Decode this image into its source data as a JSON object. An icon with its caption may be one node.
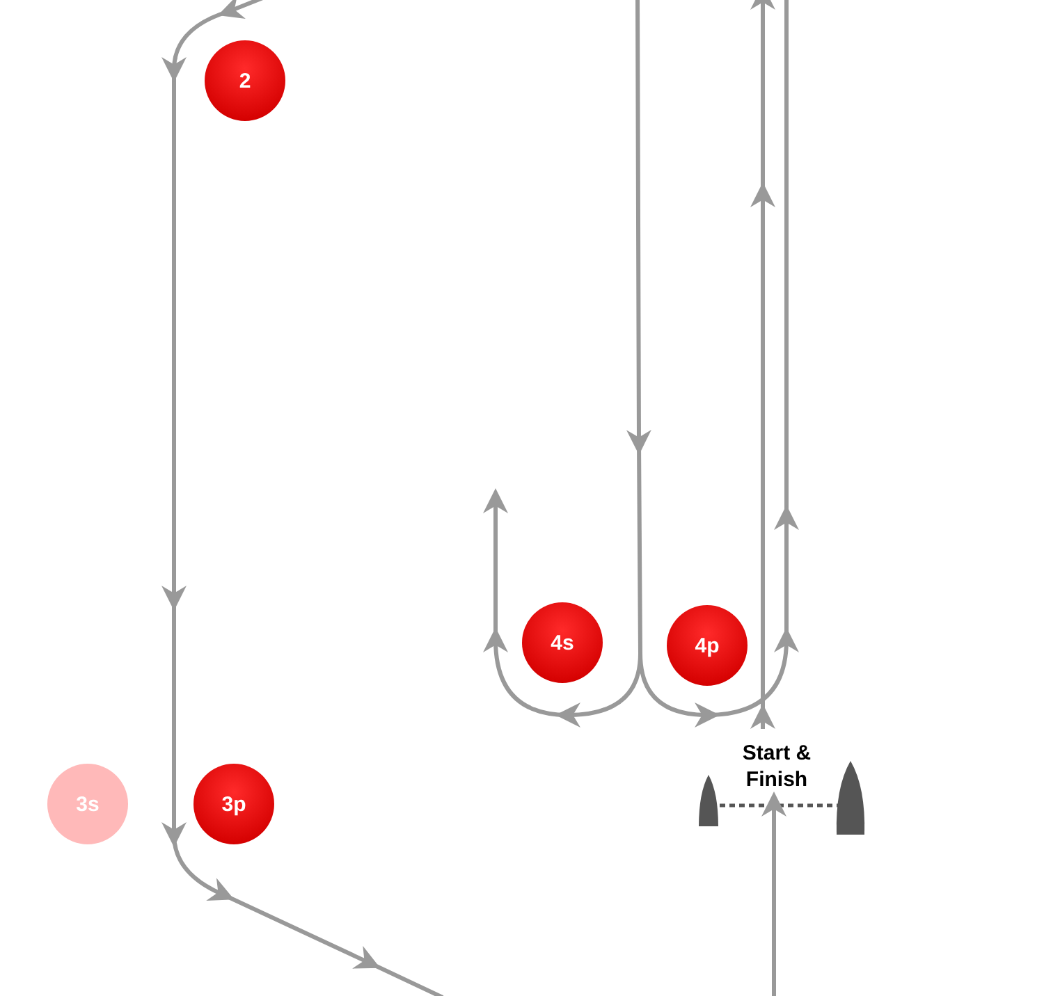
{
  "diagram": {
    "nodes": [
      {
        "text": [
          "2"
        ]
      },
      {
        "text": [
          "3s"
        ]
      },
      {
        "text": [
          "3p"
        ]
      },
      {
        "text": [
          "4s"
        ]
      },
      {
        "text": [
          "4p"
        ]
      },
      {
        "text": [
          "Start & Finish"
        ]
      }
    ],
    "edges": [
      {
        "from": null,
        "to": 5,
        "arrow": "to"
      },
      {
        "from": 5,
        "to": null,
        "arrow": "to"
      }
    ]
  }
}
